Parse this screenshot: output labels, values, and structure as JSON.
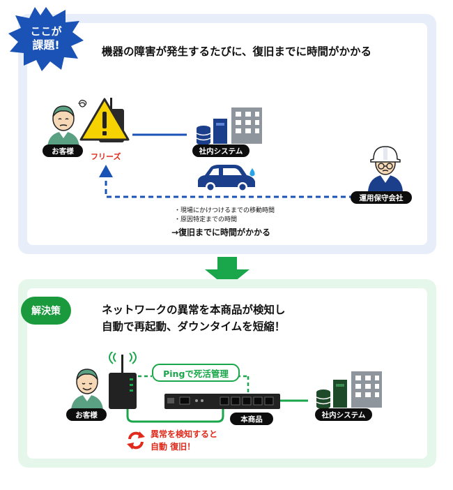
{
  "problem": {
    "badge_line1": "ここが",
    "badge_line2": "課題!",
    "headline": "機器の障害が発生するたびに、復旧までに時間がかかる",
    "customer_label": "お客様",
    "freeze_label": "フリーズ",
    "system_label": "社内システム",
    "maintenance_label": "運用保守会社",
    "notes": [
      "・現場にかけつけるまでの移動時間",
      "・原因特定までの時間"
    ],
    "conclusion": "→復旧までに時間がかかる"
  },
  "solution": {
    "badge": "解決策",
    "headline_line1": "ネットワークの異常を本商品が検知し",
    "headline_line2": "自動で再起動、ダウンタイムを短縮！",
    "ping_label": "Pingで死活管理",
    "customer_label": "お客様",
    "product_label": "本商品",
    "system_label": "社内システム",
    "recover_line1": "異常を検知すると",
    "recover_line2": "自動 復旧！"
  },
  "colors": {
    "problem_blue": "#1a52b5",
    "solution_green": "#1a9a3c",
    "alert_red": "#e02a1c",
    "warning_yellow": "#f5d200"
  }
}
